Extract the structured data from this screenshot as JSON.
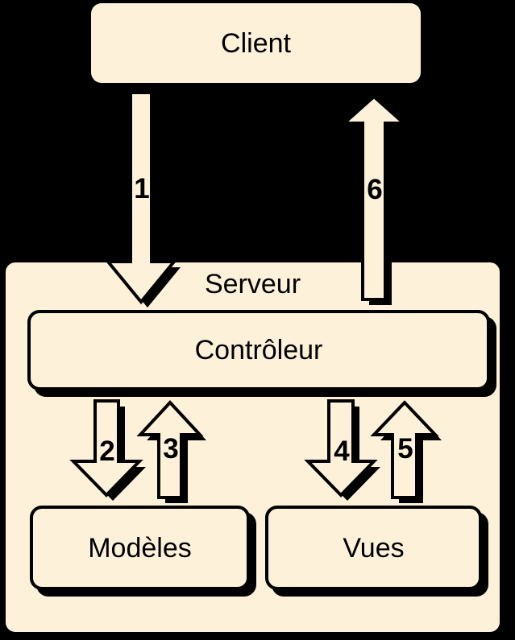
{
  "diagram": {
    "type": "flow-diagram",
    "colors": {
      "background": "#000000",
      "box_fill": "#FDF2D9",
      "outline": "#000000"
    },
    "nodes": {
      "client": "Client",
      "serveur": "Serveur",
      "controleur": "Contrôleur",
      "modeles": "Modèles",
      "vues": "Vues"
    },
    "arrows": [
      {
        "label": "1",
        "direction": "down",
        "from": "Client",
        "to": "Contrôleur"
      },
      {
        "label": "2",
        "direction": "down",
        "from": "Contrôleur",
        "to": "Modèles"
      },
      {
        "label": "3",
        "direction": "up",
        "from": "Modèles",
        "to": "Contrôleur"
      },
      {
        "label": "4",
        "direction": "down",
        "from": "Contrôleur",
        "to": "Vues"
      },
      {
        "label": "5",
        "direction": "up",
        "from": "Vues",
        "to": "Contrôleur"
      },
      {
        "label": "6",
        "direction": "up",
        "from": "Contrôleur",
        "to": "Client"
      }
    ]
  }
}
